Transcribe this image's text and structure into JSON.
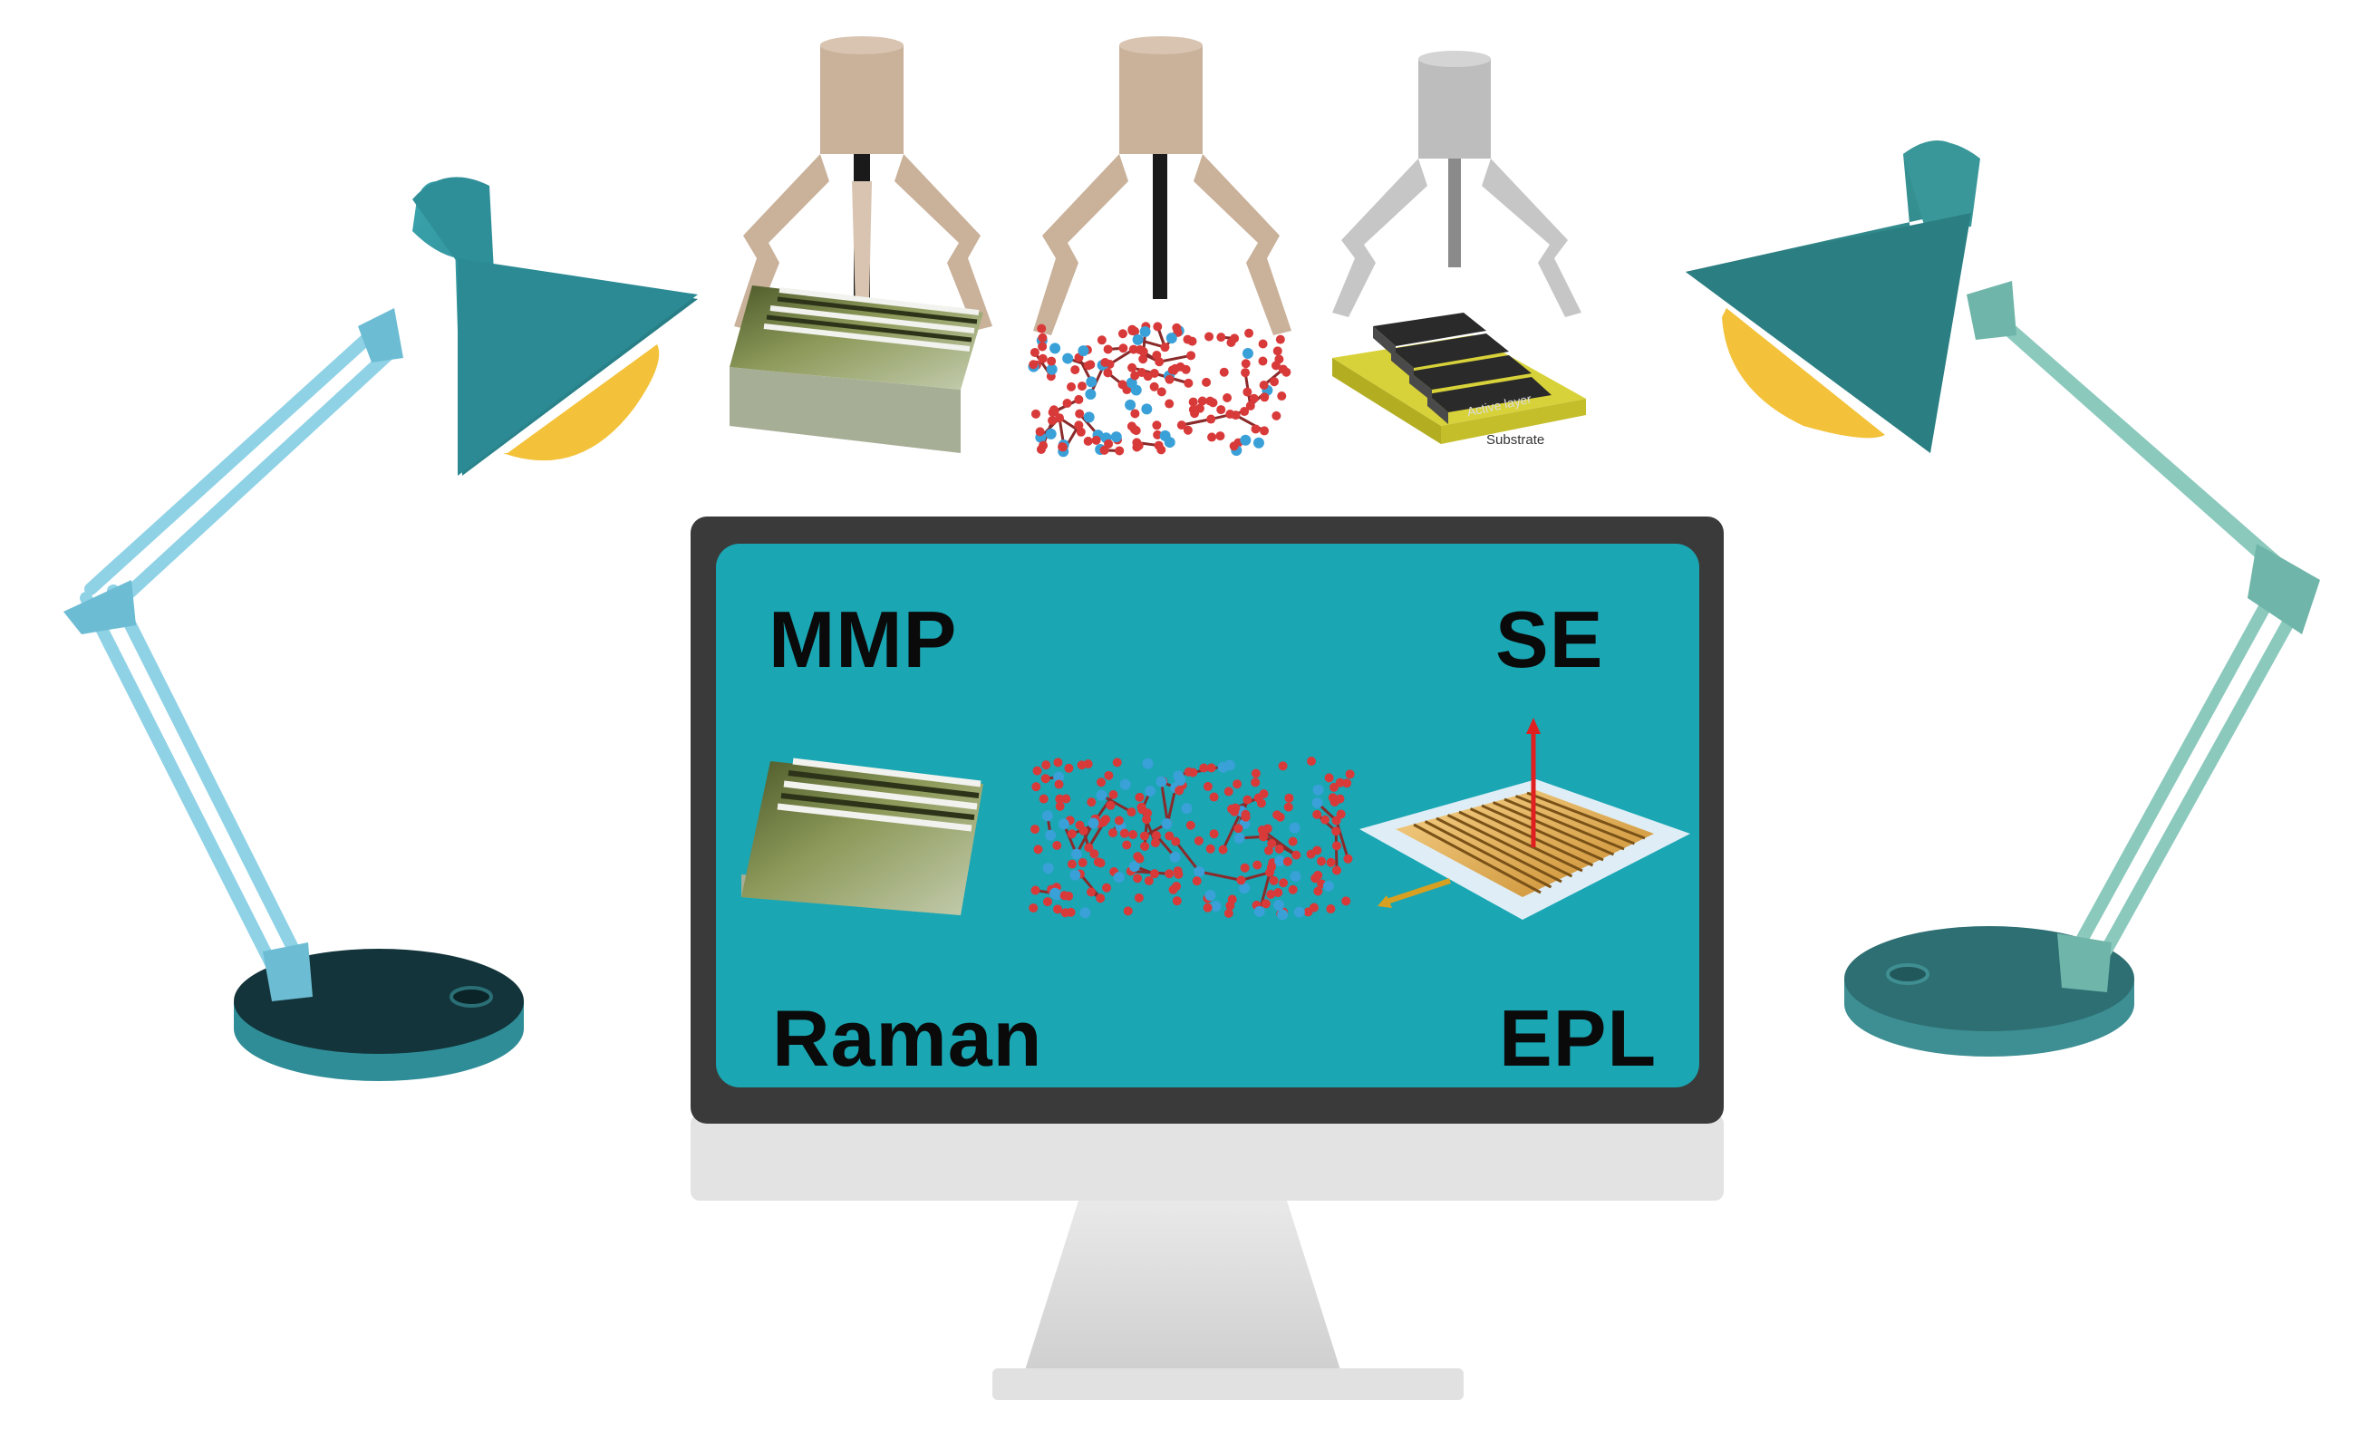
{
  "screen_labels": {
    "top_left": "MMP",
    "top_right": "SE",
    "bottom_left": "Raman",
    "bottom_right": "EPL"
  },
  "device_labels": {
    "active_layer": "Active layer",
    "substrate": "Substrate"
  },
  "colors": {
    "lamp_left": "#2f8a93",
    "lamp_right": "#2f7f82",
    "screen": "#1aa6b3",
    "bezel": "#3a3a3a",
    "bulb": "#f3c23a",
    "gripper_tan": "#c9b19a",
    "gripper_grey": "#bdbdbd"
  },
  "icons": [
    "desk-lamp-icon",
    "gripper-icon",
    "computer-monitor-icon",
    "molecular-network-icon",
    "thin-film-sample-icon",
    "electrode-device-icon"
  ]
}
